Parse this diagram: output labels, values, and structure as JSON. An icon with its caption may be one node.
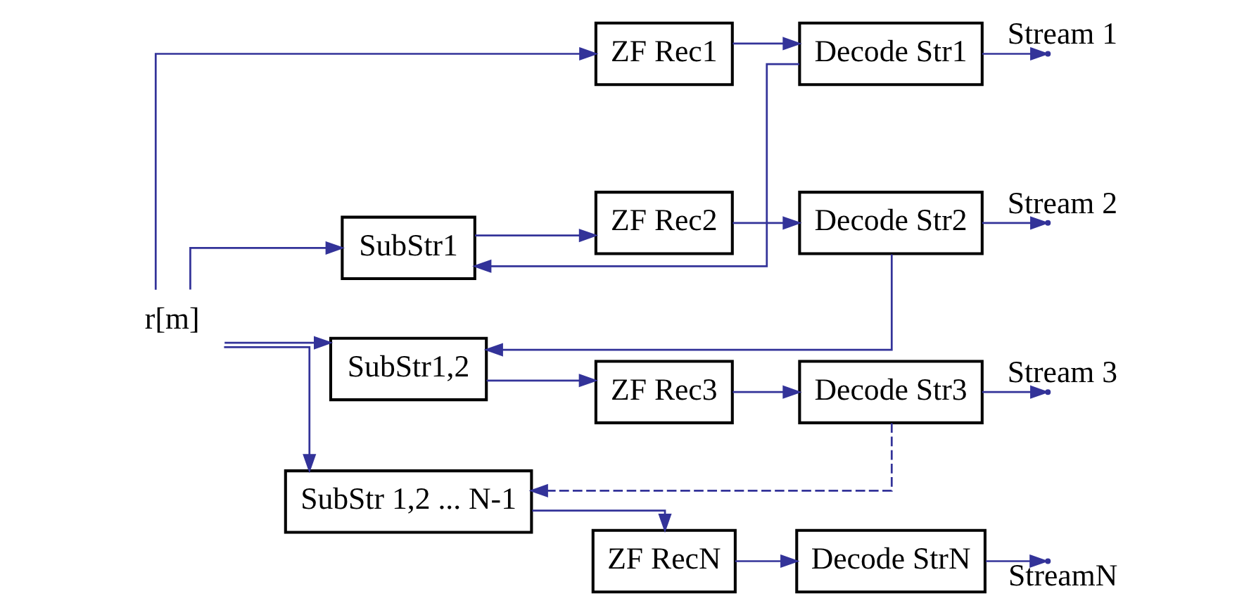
{
  "diagram": {
    "nodes": [
      {
        "text": [
          "r[m]"
        ]
      },
      {
        "text": [
          "ZF Rec1"
        ]
      },
      {
        "text": [
          "Decode Str1"
        ]
      },
      {
        "text": [
          "SubStr1"
        ]
      },
      {
        "text": [
          "ZF Rec2"
        ]
      },
      {
        "text": [
          "Decode Str2"
        ]
      },
      {
        "text": [
          "SubStr1,2"
        ]
      },
      {
        "text": [
          "ZF Rec3"
        ]
      },
      {
        "text": [
          "Decode Str3"
        ]
      },
      {
        "text": [
          "SubStr 1,2 ... N-1"
        ]
      },
      {
        "text": [
          "ZF RecN"
        ]
      },
      {
        "text": [
          "Decode StrN"
        ]
      }
    ],
    "edges": [
      {
        "from": 0,
        "to": 1,
        "arrow": "to"
      },
      {
        "from": 0,
        "to": 3,
        "arrow": "to"
      },
      {
        "from": 0,
        "to": 6,
        "arrow": "to"
      },
      {
        "from": 0,
        "to": 9,
        "arrow": "to"
      },
      {
        "from": 1,
        "to": 2,
        "arrow": "to"
      },
      {
        "from": 2,
        "to": null,
        "arrow": "to",
        "label": "Stream 1"
      },
      {
        "from": 2,
        "to": 3,
        "arrow": "to"
      },
      {
        "from": 3,
        "to": 4,
        "arrow": "to"
      },
      {
        "from": 4,
        "to": 5,
        "arrow": "to"
      },
      {
        "from": 5,
        "to": null,
        "arrow": "to",
        "label": "Stream 2"
      },
      {
        "from": 5,
        "to": 6,
        "arrow": "to"
      },
      {
        "from": 6,
        "to": 7,
        "arrow": "to"
      },
      {
        "from": 7,
        "to": 8,
        "arrow": "to"
      },
      {
        "from": 8,
        "to": null,
        "arrow": "to",
        "label": "Stream 3"
      },
      {
        "from": 8,
        "to": 9,
        "arrow": "to",
        "style": "dashed"
      },
      {
        "from": 9,
        "to": 10,
        "arrow": "to"
      },
      {
        "from": 10,
        "to": 11,
        "arrow": "to"
      },
      {
        "from": 11,
        "to": null,
        "arrow": "to",
        "label": "StreamN"
      }
    ]
  }
}
